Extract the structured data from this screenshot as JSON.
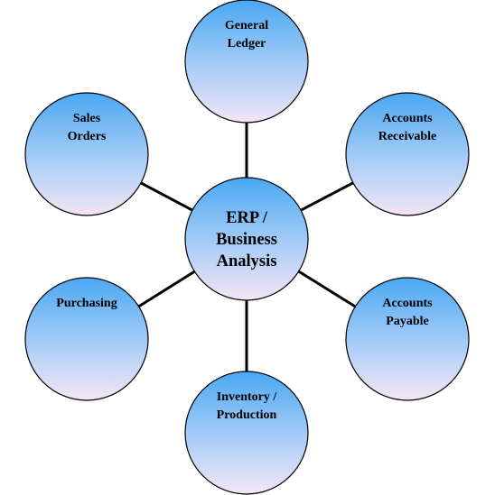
{
  "diagram": {
    "center": {
      "lines": [
        "ERP /",
        "Business",
        "Analysis"
      ]
    },
    "nodes": [
      {
        "id": "general-ledger",
        "lines": [
          "General",
          "Ledger"
        ]
      },
      {
        "id": "accounts-receivable",
        "lines": [
          "Accounts",
          "Receivable"
        ]
      },
      {
        "id": "accounts-payable",
        "lines": [
          "Accounts",
          "Payable"
        ]
      },
      {
        "id": "inventory-production",
        "lines": [
          "Inventory /",
          "Production"
        ]
      },
      {
        "id": "purchasing",
        "lines": [
          "Purchasing"
        ]
      },
      {
        "id": "sales-orders",
        "lines": [
          "Sales",
          "Orders"
        ]
      }
    ]
  },
  "colors": {
    "circle_top": "#4aa8f2",
    "circle_mid": "#a9cdf7",
    "circle_bottom": "#f4e6f6",
    "outline": "#000000",
    "connector": "#000000",
    "text": "#000000"
  }
}
